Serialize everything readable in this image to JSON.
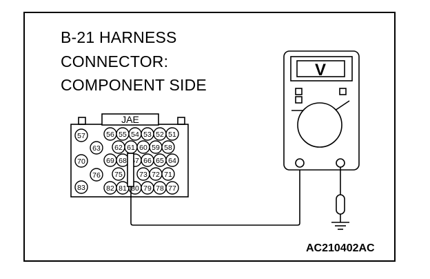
{
  "title_lines": [
    "B-21 HARNESS",
    "CONNECTOR:",
    "COMPONENT SIDE"
  ],
  "connector": {
    "maker_label": "JAE",
    "pins": [
      "56",
      "55",
      "54",
      "53",
      "52",
      "51",
      "62",
      "61",
      "60",
      "59",
      "58",
      "69",
      "68",
      "67",
      "66",
      "65",
      "64",
      "75",
      "73",
      "72",
      "71",
      "82",
      "81",
      "80",
      "79",
      "78",
      "77",
      "57",
      "63",
      "70",
      "76",
      "83"
    ]
  },
  "meter": {
    "range_symbol": "V"
  },
  "reference_code": "AC210402AC"
}
